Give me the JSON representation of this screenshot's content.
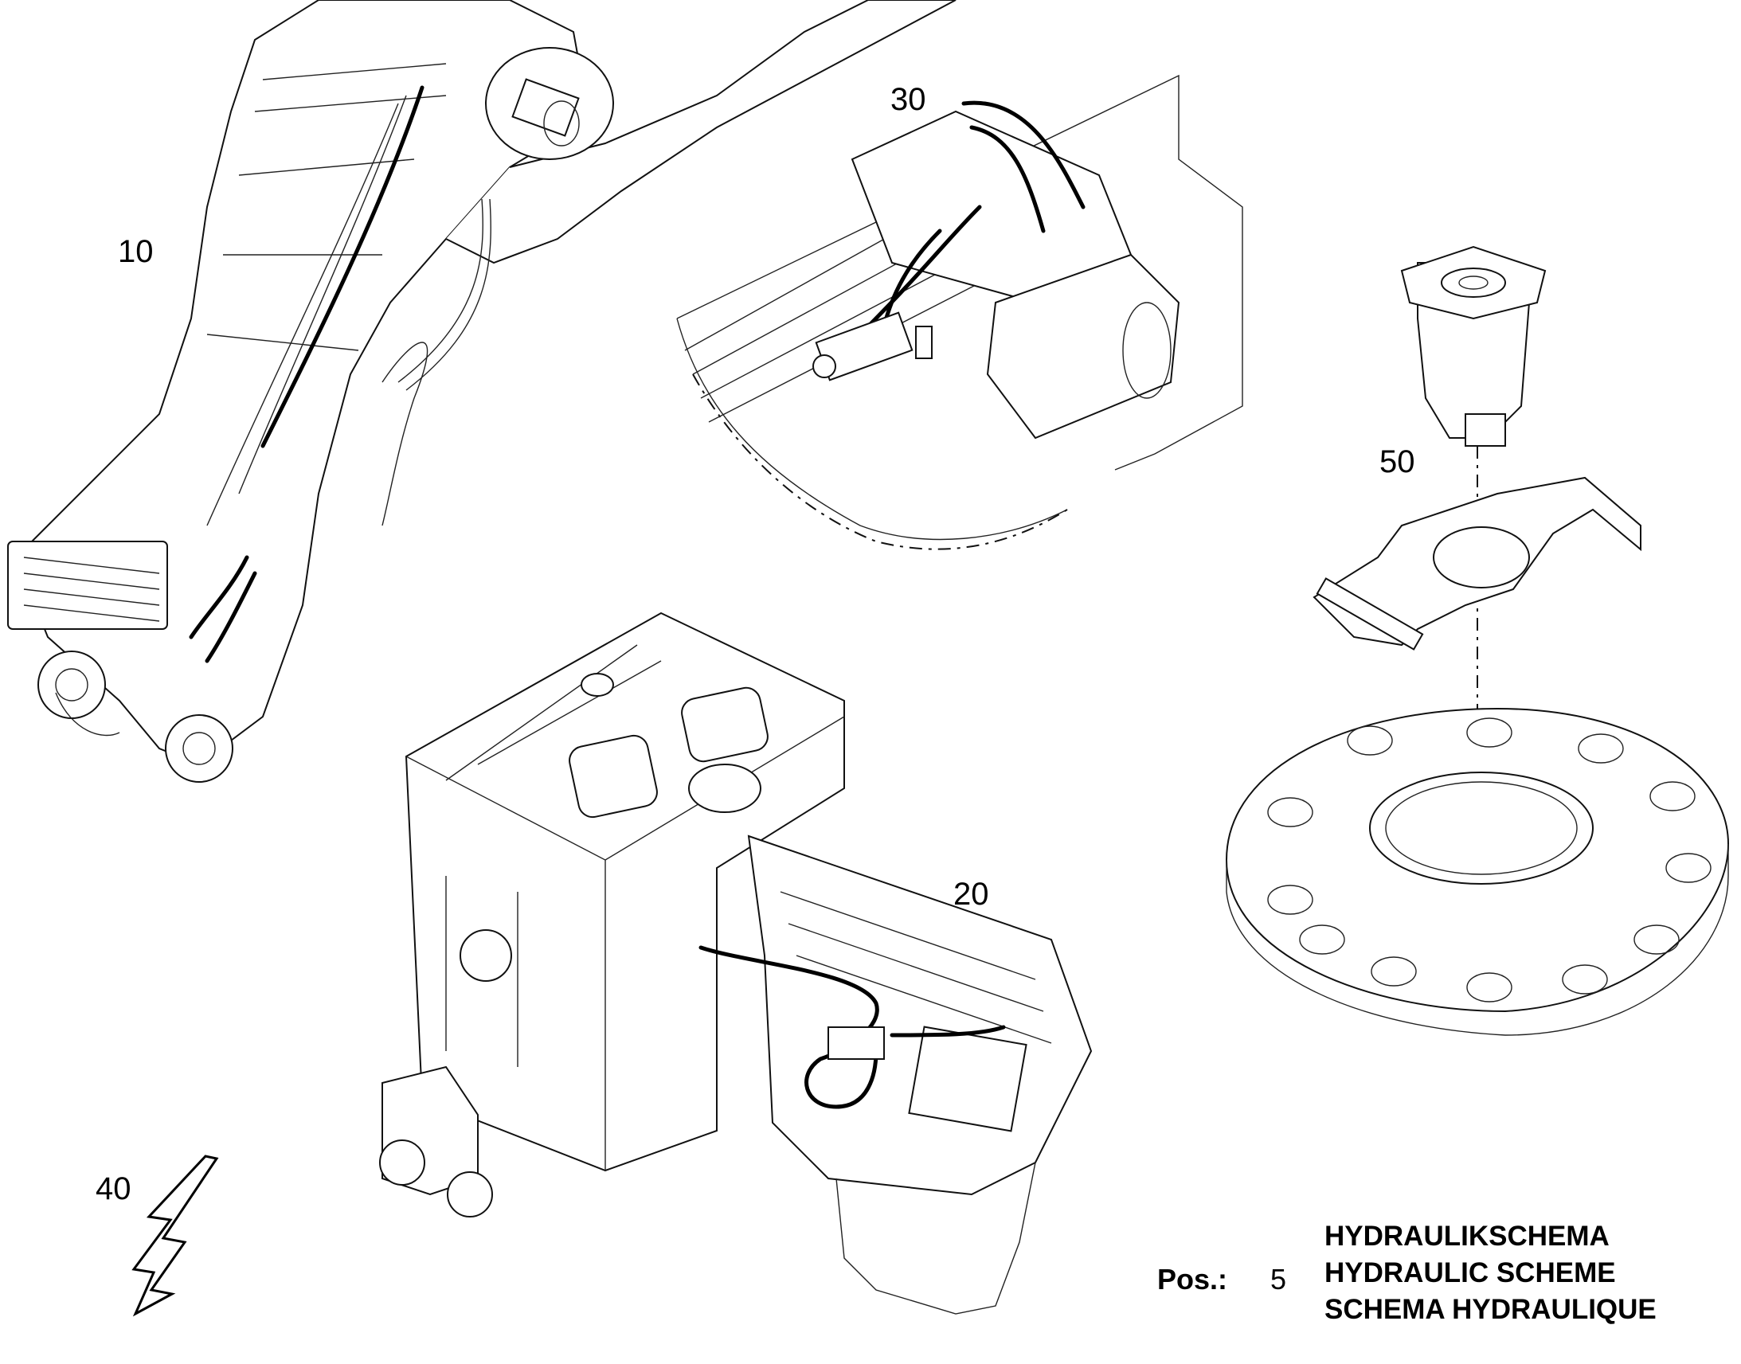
{
  "callouts": {
    "c10": "10",
    "c20": "20",
    "c30": "30",
    "c40": "40",
    "c50": "50"
  },
  "position": {
    "label": "Pos.:",
    "value": "5"
  },
  "title": {
    "de": "HYDRAULIKSCHEMA",
    "en": "HYDRAULIC SCHEME",
    "fr": "SCHEMA HYDRAULIQUE"
  },
  "icons": {
    "c40": "lightning-bolt-icon"
  },
  "colors": {
    "line": "#111111",
    "background": "#ffffff"
  }
}
